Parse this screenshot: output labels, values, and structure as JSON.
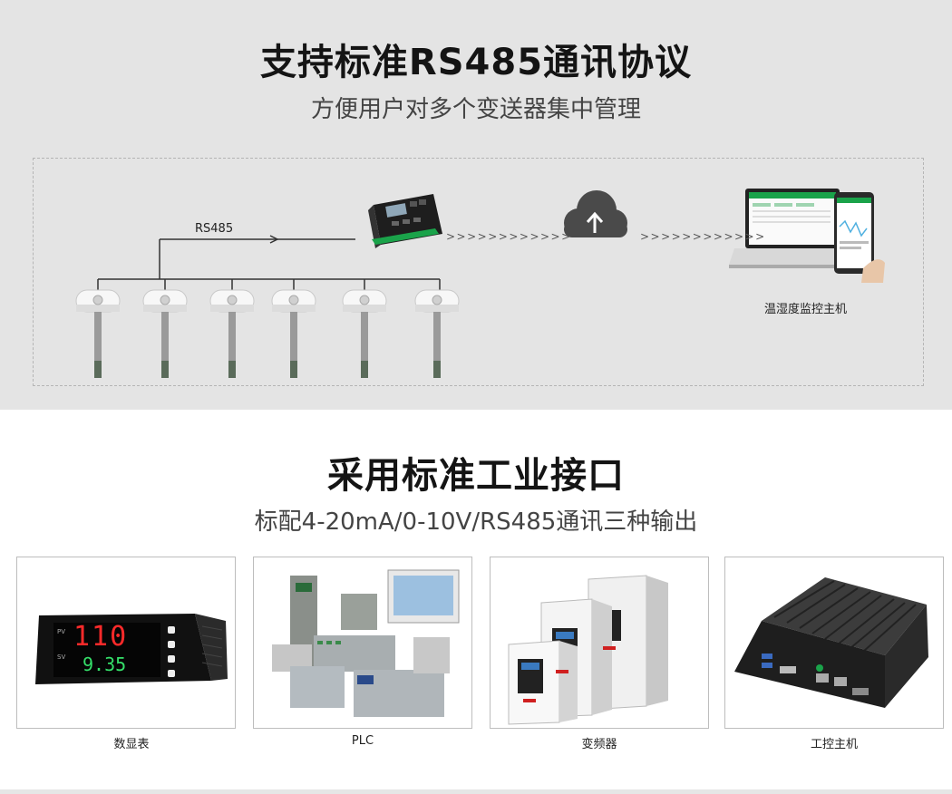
{
  "section1": {
    "title": "支持标准RS485通讯协议",
    "subtitle": "方便用户对多个变送器集中管理",
    "bus_label": "RS485",
    "arrow_text": ">>>>>>>>>>>>",
    "host_label": "温湿度监控主机",
    "sensor_count": 6
  },
  "section2": {
    "title": "采用标准工业接口",
    "subtitle": "标配4-20mA/0-10V/RS485通讯三种输出",
    "cards": [
      {
        "caption": "数显表",
        "display_pv": "110",
        "display_sv": "9.35",
        "pv_label": "PV",
        "sv_label": "SV"
      },
      {
        "caption": "PLC"
      },
      {
        "caption": "变频器"
      },
      {
        "caption": "工控主机"
      }
    ]
  },
  "colors": {
    "top_background": "#e4e4e4",
    "display_red": "#ff2a2a",
    "display_green": "#35e06a",
    "cloud": "#4a4a4a",
    "green_accent": "#1aa34a"
  }
}
